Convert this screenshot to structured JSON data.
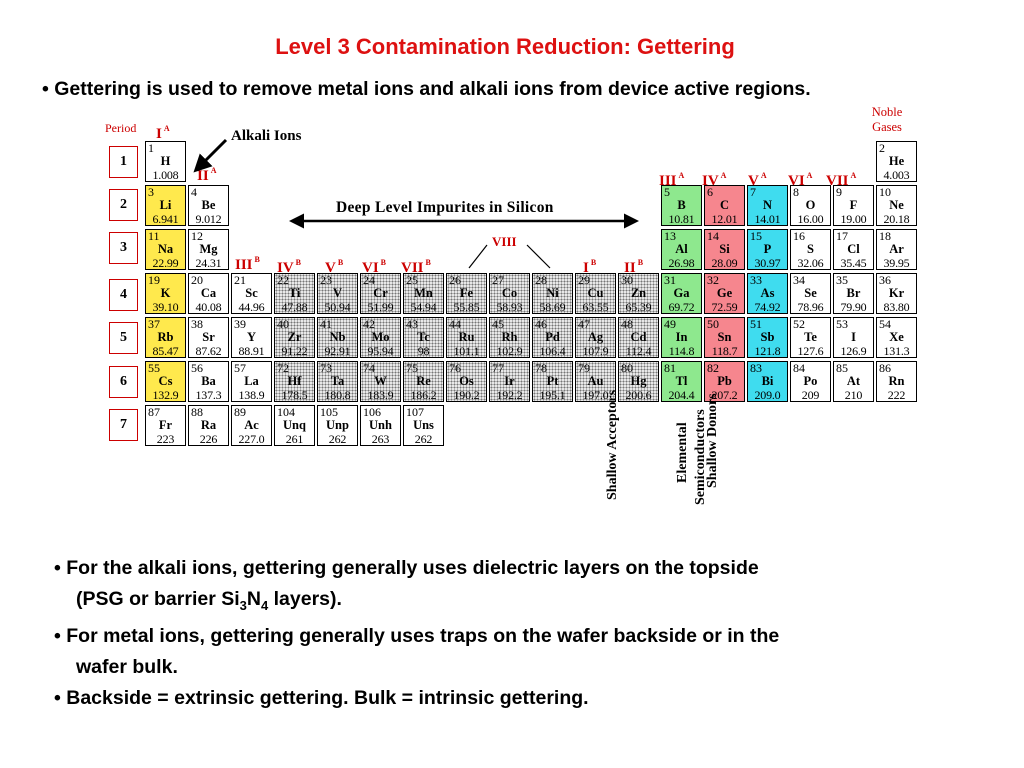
{
  "title": "Level 3 Contamination Reduction: Gettering",
  "intro": "• Gettering is used to remove metal ions and alkali ions from device active regions.",
  "labels": {
    "period": "Period",
    "noble_line1": "Noble",
    "noble_line2": "Gases",
    "alkali_ions": "Alkali Ions",
    "deep_level": "Deep Level Impurites in Silicon",
    "viii": "VIII",
    "shallow_acceptors": "Shallow Acceptors",
    "elemental_line1": "Elemental",
    "elemental_line2": "Semiconductors",
    "shallow_donors": "Shallow Donors"
  },
  "periods": [
    "1",
    "2",
    "3",
    "4",
    "5",
    "6",
    "7"
  ],
  "groups": {
    "IA": {
      "roman": "I",
      "sup": "A"
    },
    "IIA": {
      "roman": "II",
      "sup": "A"
    },
    "IIIB": {
      "roman": "III",
      "sup": "B"
    },
    "IVB": {
      "roman": "IV",
      "sup": "B"
    },
    "VB": {
      "roman": "V",
      "sup": "B"
    },
    "VIB": {
      "roman": "VI",
      "sup": "B"
    },
    "VIIB": {
      "roman": "VII",
      "sup": "B"
    },
    "IB": {
      "roman": "I",
      "sup": "B"
    },
    "IIB": {
      "roman": "II",
      "sup": "B"
    },
    "IIIA": {
      "roman": "III",
      "sup": "A"
    },
    "IVA": {
      "roman": "IV",
      "sup": "A"
    },
    "VA": {
      "roman": "V",
      "sup": "A"
    },
    "VIA": {
      "roman": "VI",
      "sup": "A"
    },
    "VIIA": {
      "roman": "VII",
      "sup": "A"
    }
  },
  "elements": [
    {
      "n": "1",
      "s": "H",
      "w": "1.008",
      "col": 1,
      "row": 1,
      "c": "w"
    },
    {
      "n": "2",
      "s": "He",
      "w": "4.003",
      "col": 18,
      "row": 1,
      "c": "w"
    },
    {
      "n": "3",
      "s": "Li",
      "w": "6.941",
      "col": 1,
      "row": 2,
      "c": "y"
    },
    {
      "n": "4",
      "s": "Be",
      "w": "9.012",
      "col": 2,
      "row": 2,
      "c": "w"
    },
    {
      "n": "5",
      "s": "B",
      "w": "10.81",
      "col": 13,
      "row": 2,
      "c": "g"
    },
    {
      "n": "6",
      "s": "C",
      "w": "12.01",
      "col": 14,
      "row": 2,
      "c": "r"
    },
    {
      "n": "7",
      "s": "N",
      "w": "14.01",
      "col": 15,
      "row": 2,
      "c": "c"
    },
    {
      "n": "8",
      "s": "O",
      "w": "16.00",
      "col": 16,
      "row": 2,
      "c": "w"
    },
    {
      "n": "9",
      "s": "F",
      "w": "19.00",
      "col": 17,
      "row": 2,
      "c": "w"
    },
    {
      "n": "10",
      "s": "Ne",
      "w": "20.18",
      "col": 18,
      "row": 2,
      "c": "w"
    },
    {
      "n": "11",
      "s": "Na",
      "w": "22.99",
      "col": 1,
      "row": 3,
      "c": "y"
    },
    {
      "n": "12",
      "s": "Mg",
      "w": "24.31",
      "col": 2,
      "row": 3,
      "c": "w"
    },
    {
      "n": "13",
      "s": "Al",
      "w": "26.98",
      "col": 13,
      "row": 3,
      "c": "g"
    },
    {
      "n": "14",
      "s": "Si",
      "w": "28.09",
      "col": 14,
      "row": 3,
      "c": "r"
    },
    {
      "n": "15",
      "s": "P",
      "w": "30.97",
      "col": 15,
      "row": 3,
      "c": "c"
    },
    {
      "n": "16",
      "s": "S",
      "w": "32.06",
      "col": 16,
      "row": 3,
      "c": "w"
    },
    {
      "n": "17",
      "s": "Cl",
      "w": "35.45",
      "col": 17,
      "row": 3,
      "c": "w"
    },
    {
      "n": "18",
      "s": "Ar",
      "w": "39.95",
      "col": 18,
      "row": 3,
      "c": "w"
    },
    {
      "n": "19",
      "s": "K",
      "w": "39.10",
      "col": 1,
      "row": 4,
      "c": "y"
    },
    {
      "n": "20",
      "s": "Ca",
      "w": "40.08",
      "col": 2,
      "row": 4,
      "c": "w"
    },
    {
      "n": "21",
      "s": "Sc",
      "w": "44.96",
      "col": 3,
      "row": 4,
      "c": "w"
    },
    {
      "n": "22",
      "s": "Ti",
      "w": "47.88",
      "col": 4,
      "row": 4,
      "c": "d"
    },
    {
      "n": "23",
      "s": "V",
      "w": "50.94",
      "col": 5,
      "row": 4,
      "c": "d"
    },
    {
      "n": "24",
      "s": "Cr",
      "w": "51.99",
      "col": 6,
      "row": 4,
      "c": "d"
    },
    {
      "n": "25",
      "s": "Mn",
      "w": "54.94",
      "col": 7,
      "row": 4,
      "c": "d"
    },
    {
      "n": "26",
      "s": "Fe",
      "w": "55.85",
      "col": 8,
      "row": 4,
      "c": "d"
    },
    {
      "n": "27",
      "s": "Co",
      "w": "58.93",
      "col": 9,
      "row": 4,
      "c": "d"
    },
    {
      "n": "28",
      "s": "Ni",
      "w": "58.69",
      "col": 10,
      "row": 4,
      "c": "d"
    },
    {
      "n": "29",
      "s": "Cu",
      "w": "63.55",
      "col": 11,
      "row": 4,
      "c": "d"
    },
    {
      "n": "30",
      "s": "Zn",
      "w": "65.39",
      "col": 12,
      "row": 4,
      "c": "d"
    },
    {
      "n": "31",
      "s": "Ga",
      "w": "69.72",
      "col": 13,
      "row": 4,
      "c": "g"
    },
    {
      "n": "32",
      "s": "Ge",
      "w": "72.59",
      "col": 14,
      "row": 4,
      "c": "r"
    },
    {
      "n": "33",
      "s": "As",
      "w": "74.92",
      "col": 15,
      "row": 4,
      "c": "c"
    },
    {
      "n": "34",
      "s": "Se",
      "w": "78.96",
      "col": 16,
      "row": 4,
      "c": "w"
    },
    {
      "n": "35",
      "s": "Br",
      "w": "79.90",
      "col": 17,
      "row": 4,
      "c": "w"
    },
    {
      "n": "36",
      "s": "Kr",
      "w": "83.80",
      "col": 18,
      "row": 4,
      "c": "w"
    },
    {
      "n": "37",
      "s": "Rb",
      "w": "85.47",
      "col": 1,
      "row": 5,
      "c": "y"
    },
    {
      "n": "38",
      "s": "Sr",
      "w": "87.62",
      "col": 2,
      "row": 5,
      "c": "w"
    },
    {
      "n": "39",
      "s": "Y",
      "w": "88.91",
      "col": 3,
      "row": 5,
      "c": "w"
    },
    {
      "n": "40",
      "s": "Zr",
      "w": "91.22",
      "col": 4,
      "row": 5,
      "c": "d"
    },
    {
      "n": "41",
      "s": "Nb",
      "w": "92.91",
      "col": 5,
      "row": 5,
      "c": "d"
    },
    {
      "n": "42",
      "s": "Mo",
      "w": "95.94",
      "col": 6,
      "row": 5,
      "c": "d"
    },
    {
      "n": "43",
      "s": "Tc",
      "w": "98",
      "col": 7,
      "row": 5,
      "c": "d"
    },
    {
      "n": "44",
      "s": "Ru",
      "w": "101.1",
      "col": 8,
      "row": 5,
      "c": "d"
    },
    {
      "n": "45",
      "s": "Rh",
      "w": "102.9",
      "col": 9,
      "row": 5,
      "c": "d"
    },
    {
      "n": "46",
      "s": "Pd",
      "w": "106.4",
      "col": 10,
      "row": 5,
      "c": "d"
    },
    {
      "n": "47",
      "s": "Ag",
      "w": "107.9",
      "col": 11,
      "row": 5,
      "c": "d"
    },
    {
      "n": "48",
      "s": "Cd",
      "w": "112.4",
      "col": 12,
      "row": 5,
      "c": "d"
    },
    {
      "n": "49",
      "s": "In",
      "w": "114.8",
      "col": 13,
      "row": 5,
      "c": "g"
    },
    {
      "n": "50",
      "s": "Sn",
      "w": "118.7",
      "col": 14,
      "row": 5,
      "c": "r"
    },
    {
      "n": "51",
      "s": "Sb",
      "w": "121.8",
      "col": 15,
      "row": 5,
      "c": "c"
    },
    {
      "n": "52",
      "s": "Te",
      "w": "127.6",
      "col": 16,
      "row": 5,
      "c": "w"
    },
    {
      "n": "53",
      "s": "I",
      "w": "126.9",
      "col": 17,
      "row": 5,
      "c": "w"
    },
    {
      "n": "54",
      "s": "Xe",
      "w": "131.3",
      "col": 18,
      "row": 5,
      "c": "w"
    },
    {
      "n": "55",
      "s": "Cs",
      "w": "132.9",
      "col": 1,
      "row": 6,
      "c": "y"
    },
    {
      "n": "56",
      "s": "Ba",
      "w": "137.3",
      "col": 2,
      "row": 6,
      "c": "w"
    },
    {
      "n": "57",
      "s": "La",
      "w": "138.9",
      "col": 3,
      "row": 6,
      "c": "w"
    },
    {
      "n": "72",
      "s": "Hf",
      "w": "178.5",
      "col": 4,
      "row": 6,
      "c": "d"
    },
    {
      "n": "73",
      "s": "Ta",
      "w": "180.8",
      "col": 5,
      "row": 6,
      "c": "d"
    },
    {
      "n": "74",
      "s": "W",
      "w": "183.9",
      "col": 6,
      "row": 6,
      "c": "d"
    },
    {
      "n": "75",
      "s": "Re",
      "w": "186.2",
      "col": 7,
      "row": 6,
      "c": "d"
    },
    {
      "n": "76",
      "s": "Os",
      "w": "190.2",
      "col": 8,
      "row": 6,
      "c": "d"
    },
    {
      "n": "77",
      "s": "Ir",
      "w": "192.2",
      "col": 9,
      "row": 6,
      "c": "d"
    },
    {
      "n": "78",
      "s": "Pt",
      "w": "195.1",
      "col": 10,
      "row": 6,
      "c": "d"
    },
    {
      "n": "79",
      "s": "Au",
      "w": "197.0",
      "col": 11,
      "row": 6,
      "c": "d"
    },
    {
      "n": "80",
      "s": "Hg",
      "w": "200.6",
      "col": 12,
      "row": 6,
      "c": "d"
    },
    {
      "n": "81",
      "s": "Tl",
      "w": "204.4",
      "col": 13,
      "row": 6,
      "c": "g"
    },
    {
      "n": "82",
      "s": "Pb",
      "w": "207.2",
      "col": 14,
      "row": 6,
      "c": "r"
    },
    {
      "n": "83",
      "s": "Bi",
      "w": "209.0",
      "col": 15,
      "row": 6,
      "c": "c"
    },
    {
      "n": "84",
      "s": "Po",
      "w": "209",
      "col": 16,
      "row": 6,
      "c": "w"
    },
    {
      "n": "85",
      "s": "At",
      "w": "210",
      "col": 17,
      "row": 6,
      "c": "w"
    },
    {
      "n": "86",
      "s": "Rn",
      "w": "222",
      "col": 18,
      "row": 6,
      "c": "w"
    },
    {
      "n": "87",
      "s": "Fr",
      "w": "223",
      "col": 1,
      "row": 7,
      "c": "w"
    },
    {
      "n": "88",
      "s": "Ra",
      "w": "226",
      "col": 2,
      "row": 7,
      "c": "w"
    },
    {
      "n": "89",
      "s": "Ac",
      "w": "227.0",
      "col": 3,
      "row": 7,
      "c": "w"
    },
    {
      "n": "104",
      "s": "Unq",
      "w": "261",
      "col": 4,
      "row": 7,
      "c": "w"
    },
    {
      "n": "105",
      "s": "Unp",
      "w": "262",
      "col": 5,
      "row": 7,
      "c": "w"
    },
    {
      "n": "106",
      "s": "Unh",
      "w": "263",
      "col": 6,
      "row": 7,
      "c": "w"
    },
    {
      "n": "107",
      "s": "Uns",
      "w": "262",
      "col": 7,
      "row": 7,
      "c": "w"
    }
  ],
  "bullets": {
    "b1_line1": "• For the alkali ions, gettering generally uses dielectric layers on the topside",
    "b1_pre": "(PSG or barrier Si",
    "b1_sub1": "3",
    "b1_mid": "N",
    "b1_sub2": "4",
    "b1_post": " layers).",
    "b2_line1": "• For metal ions, gettering generally uses traps on the wafer backside or in the",
    "b2_line2": "wafer bulk.",
    "b3": "• Backside = extrinsic gettering.   Bulk = intrinsic gettering."
  },
  "colors": {
    "title": "#dd1111",
    "alkali": "#ffe94d",
    "acceptor": "#8ee88e",
    "elemental": "#f6868e",
    "donor": "#3fdcef",
    "group_label": "#cc0000"
  }
}
